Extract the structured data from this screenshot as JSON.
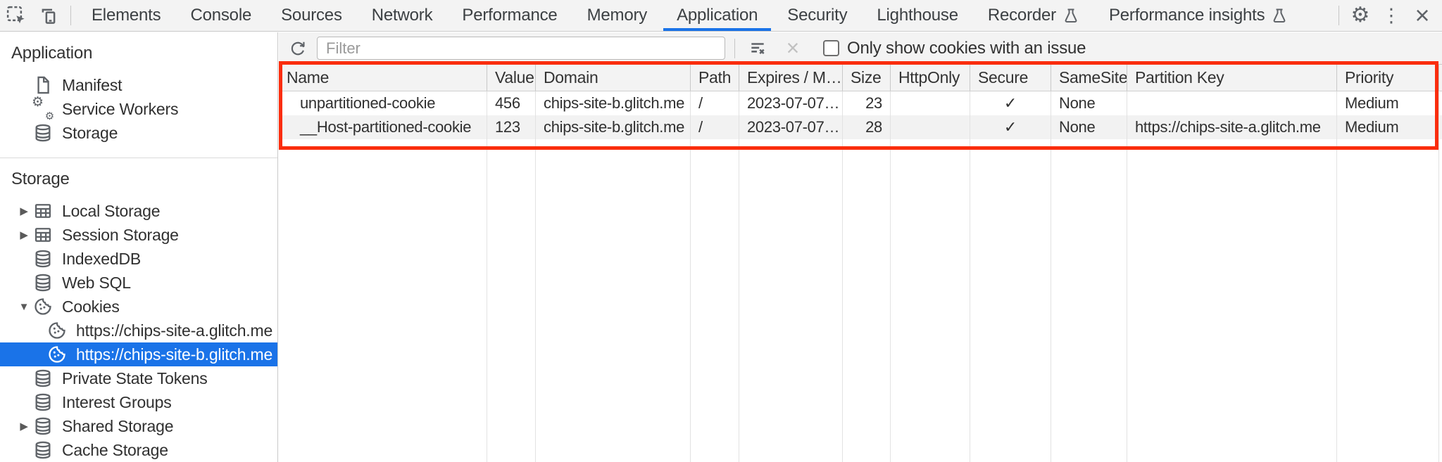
{
  "colors": {
    "accent": "#1a73e8",
    "annotation_box": "#fa2d0d",
    "selected_item_bg": "#1a73e8",
    "toolbar_bg": "#f3f3f3",
    "zebra_row": "#f2f2f2"
  },
  "tab_bar": {
    "left_icons": [
      "inspect-icon",
      "device-toolbar-icon"
    ],
    "right_icons": [
      "gear-icon",
      "kebab-menu-icon",
      "close-icon"
    ],
    "tabs": [
      {
        "label": "Elements"
      },
      {
        "label": "Console"
      },
      {
        "label": "Sources"
      },
      {
        "label": "Network"
      },
      {
        "label": "Performance"
      },
      {
        "label": "Memory"
      },
      {
        "label": "Application",
        "active": true
      },
      {
        "label": "Security"
      },
      {
        "label": "Lighthouse"
      },
      {
        "label": "Recorder",
        "flask": true
      },
      {
        "label": "Performance insights",
        "flask": true
      }
    ]
  },
  "sidebar": {
    "sections": [
      {
        "title": "Application",
        "items": [
          {
            "label": "Manifest",
            "icon": "file-icon"
          },
          {
            "label": "Service Workers",
            "icon": "service-workers-icon"
          },
          {
            "label": "Storage",
            "icon": "database-icon"
          }
        ]
      },
      {
        "title": "Storage",
        "items": [
          {
            "label": "Local Storage",
            "icon": "table-icon",
            "expand": "collapsed"
          },
          {
            "label": "Session Storage",
            "icon": "table-icon",
            "expand": "collapsed"
          },
          {
            "label": "IndexedDB",
            "icon": "database-icon"
          },
          {
            "label": "Web SQL",
            "icon": "database-icon"
          },
          {
            "label": "Cookies",
            "icon": "cookie-icon",
            "expand": "expanded",
            "children": [
              {
                "label": "https://chips-site-a.glitch.me",
                "icon": "cookie-icon"
              },
              {
                "label": "https://chips-site-b.glitch.me",
                "icon": "cookie-icon",
                "selected": true
              }
            ]
          },
          {
            "label": "Private State Tokens",
            "icon": "database-icon"
          },
          {
            "label": "Interest Groups",
            "icon": "database-icon"
          },
          {
            "label": "Shared Storage",
            "icon": "database-icon",
            "expand": "collapsed"
          },
          {
            "label": "Cache Storage",
            "icon": "database-icon"
          }
        ]
      }
    ]
  },
  "cookie_panel": {
    "toolbar_icons": [
      "refresh-icon",
      "clear-filter-icon",
      "delete-icon"
    ],
    "filter_placeholder": "Filter",
    "only_show_label": "Only show cookies with an issue",
    "table": {
      "columns": [
        "Name",
        "Value",
        "Domain",
        "Path",
        "Expires / M…",
        "Size",
        "HttpOnly",
        "Secure",
        "SameSite",
        "Partition Key",
        "Priority"
      ],
      "rows": [
        [
          "unpartitioned-cookie",
          "456",
          "chips-site-b.glitch.me",
          "/",
          "2023-07-07…",
          "23",
          "",
          "✓",
          "None",
          "",
          "Medium"
        ],
        [
          "__Host-partitioned-cookie",
          "123",
          "chips-site-b.glitch.me",
          "/",
          "2023-07-07…",
          "28",
          "",
          "✓",
          "None",
          "https://chips-site-a.glitch.me",
          "Medium"
        ]
      ]
    }
  }
}
